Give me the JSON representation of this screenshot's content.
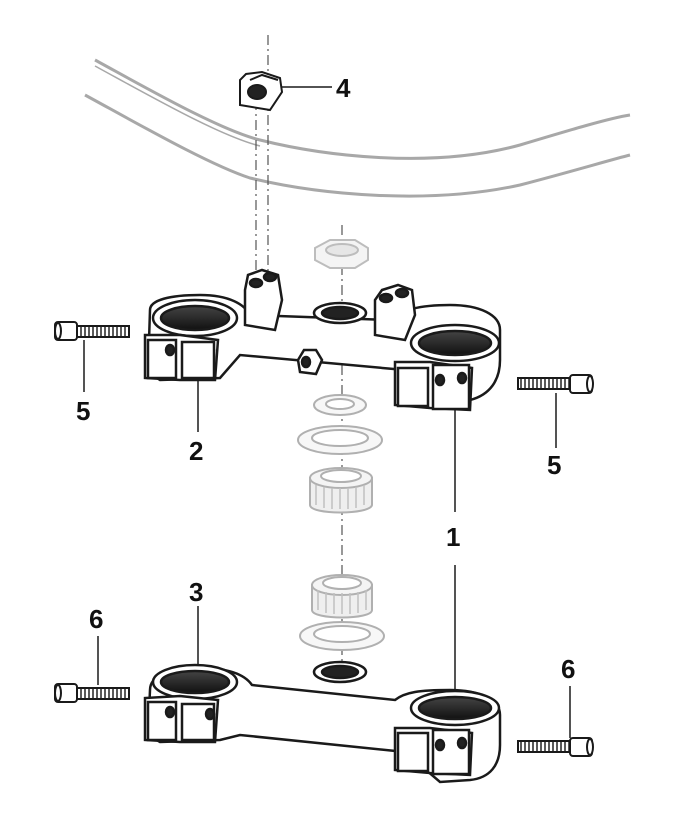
{
  "diagram": {
    "type": "exploded-parts-view",
    "callouts": {
      "part1": "1",
      "part2": "2",
      "part3": "3",
      "part4": "4",
      "part5_left": "5",
      "part5_right": "5",
      "part6_left": "6",
      "part6_right": "6"
    },
    "colors": {
      "line": "#1a1a1a",
      "light_part": "#c8c8c8",
      "frame_line": "#9a9a9a",
      "background": "#ffffff"
    }
  }
}
